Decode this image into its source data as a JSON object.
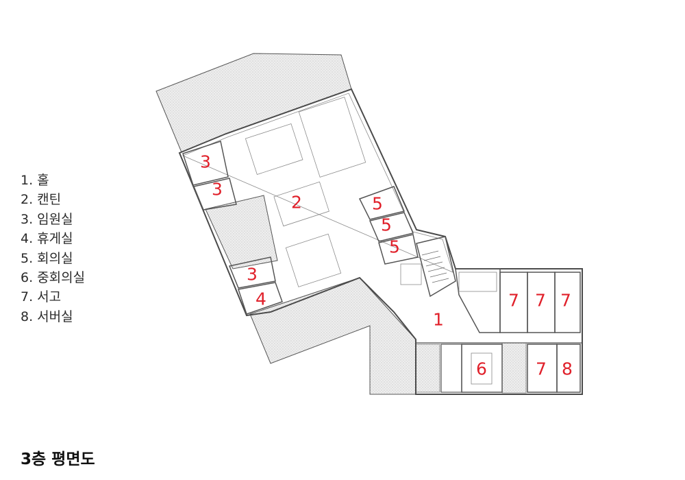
{
  "legend": [
    {
      "label": "1. 홀"
    },
    {
      "label": "2. 캔틴"
    },
    {
      "label": "3. 임원실"
    },
    {
      "label": "4. 휴게실"
    },
    {
      "label": "5. 회의실"
    },
    {
      "label": "6. 중회의실"
    },
    {
      "label": "7. 서고"
    },
    {
      "label": "8. 서버실"
    }
  ],
  "title": "3층 평면도",
  "room_numbers": {
    "hall": "1",
    "canteen": "2",
    "executive_room": "3",
    "lounge": "4",
    "meeting_room": "5",
    "large_meeting_room": "6",
    "archive": "7",
    "server_room": "8"
  },
  "colors": {
    "room_number": "#e0202a",
    "wall": "#555555",
    "hatch": "#d9d9d9"
  }
}
